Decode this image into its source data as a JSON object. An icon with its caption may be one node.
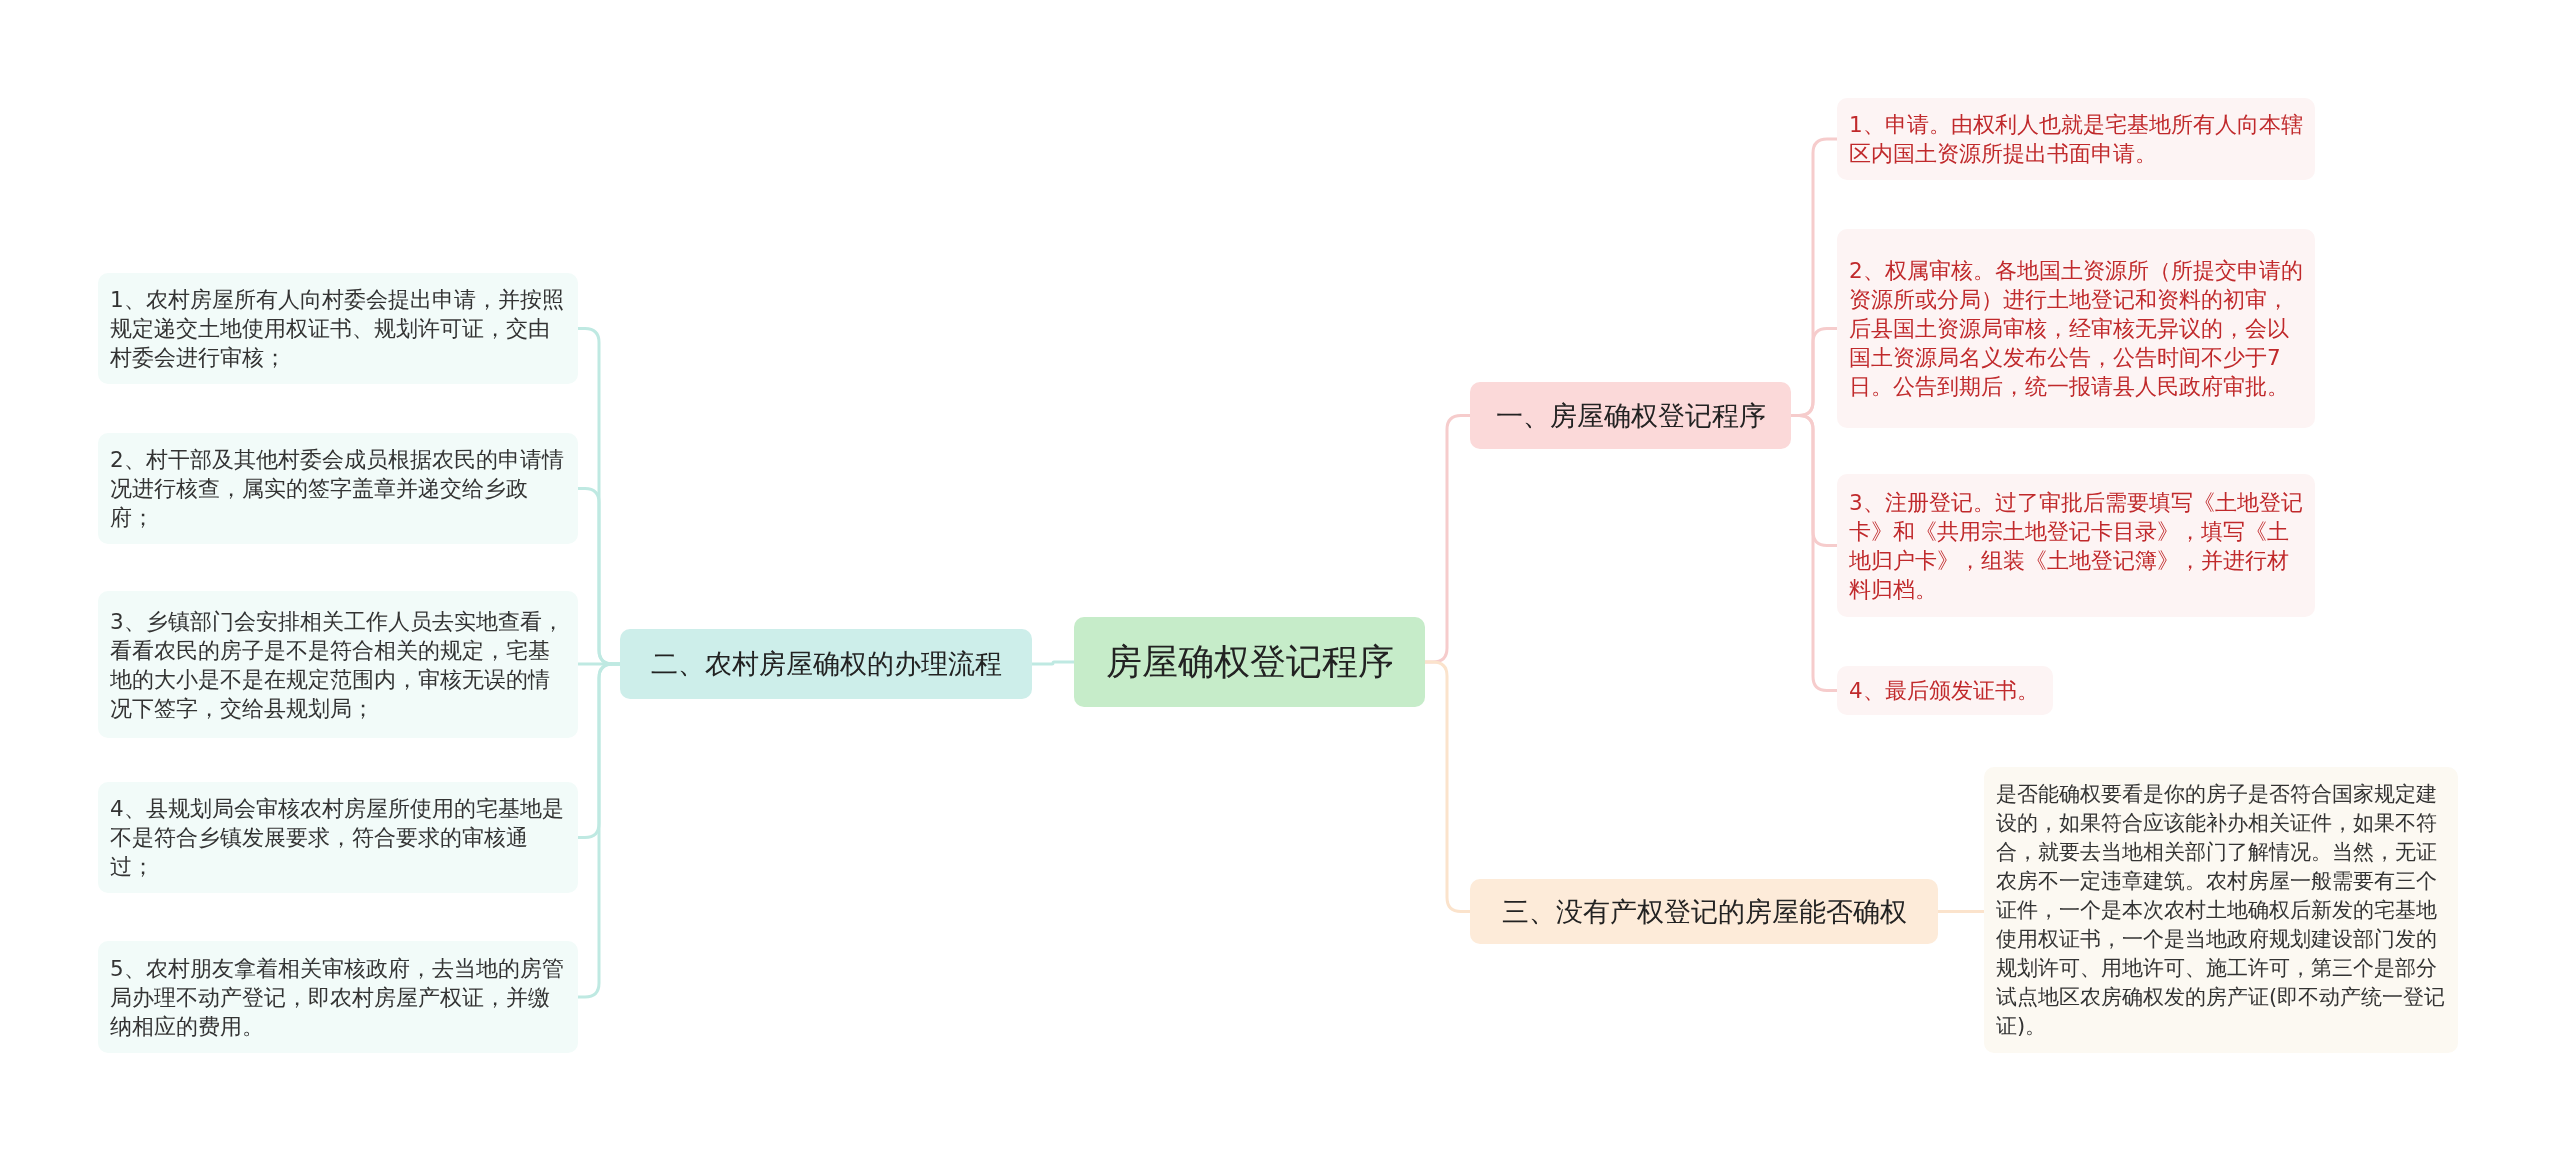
{
  "diagram": {
    "nodes": [
      {
        "text": [
          "房屋确权登记程序"
        ]
      },
      {
        "text": [
          "一、房屋确权登记程序"
        ]
      },
      {
        "text": [
          "1、申请。由权利人也就是宅基地所有人向本辖区内国土资源所提出书面申请。"
        ]
      },
      {
        "text": [
          "2、权属审核。各地国土资源所（所提交申请的资源所或分局）进行土地登记和资料的初审，后县国土资源局审核，经审核无异议的，会以国土资源局名义发布公告，公告时间不少于7日。公告到期后，统一报请县人民政府审批。"
        ]
      },
      {
        "text": [
          "3、注册登记。过了审批后需要填写《土地登记卡》和《共用宗土地登记卡目录》，填写《土地归户卡》，组装《土地登记簿》，并进行材料归档。"
        ]
      },
      {
        "text": [
          "4、最后颁发证书。"
        ]
      },
      {
        "text": [
          "二、农村房屋确权的办理流程"
        ]
      },
      {
        "text": [
          "1、农村房屋所有人向村委会提出申请，并按照规定递交土地使用权证书、规划许可证，交由村委会进行审核；"
        ]
      },
      {
        "text": [
          "2、村干部及其他村委会成员根据农民的申请情况进行核查，属实的签字盖章并递交给乡政府；"
        ]
      },
      {
        "text": [
          "3、乡镇部门会安排相关工作人员去实地查看，看看农民的房子是不是符合相关的规定，宅基地的大小是不是在规定范围内，审核无误的情况下签字，交给县规划局；"
        ]
      },
      {
        "text": [
          "4、县规划局会审核农村房屋所使用的宅基地是不是符合乡镇发展要求，符合要求的审核通过；"
        ]
      },
      {
        "text": [
          "5、农村朋友拿着相关审核政府，去当地的房管局办理不动产登记，即农村房屋产权证，并缴纳相应的费用。"
        ]
      },
      {
        "text": [
          "三、没有产权登记的房屋能否确权"
        ]
      },
      {
        "text": [
          "是否能确权要看是你的房子是否符合国家规定建设的，如果符合应该能补办相关证件，如果不符合，就要去当地相关部门了解情况。当然，无证农房不一定违章建筑。农村房屋一般需要有三个证件，一个是本次农村土地确权后新发的宅基地使用权证书，一个是当地政府规划建设部门发的规划许可、用地许可、施工许可，第三个是部分试点地区农房确权发的房产证(即不动产统一登记证)。"
        ]
      }
    ],
    "edges": [
      {
        "from": 0,
        "to": 1,
        "arrow": "none",
        "color": "#f6cccc"
      },
      {
        "from": 1,
        "to": 2,
        "arrow": "none",
        "color": "#f6cccc"
      },
      {
        "from": 1,
        "to": 3,
        "arrow": "none",
        "color": "#f6cccc"
      },
      {
        "from": 1,
        "to": 4,
        "arrow": "none",
        "color": "#f6cccc"
      },
      {
        "from": 1,
        "to": 5,
        "arrow": "none",
        "color": "#f6cccc"
      },
      {
        "from": 0,
        "to": 6,
        "arrow": "none"
      },
      {
        "from": 6,
        "to": 7,
        "arrow": "none"
      },
      {
        "from": 6,
        "to": 8,
        "arrow": "none"
      },
      {
        "from": 6,
        "to": 9,
        "arrow": "none"
      },
      {
        "from": 6,
        "to": 10,
        "arrow": "none"
      },
      {
        "from": 6,
        "to": 11,
        "arrow": "none"
      },
      {
        "from": 0,
        "to": 12,
        "arrow": "none",
        "color": "#fbe3cc"
      },
      {
        "from": 12,
        "to": 13,
        "arrow": "none",
        "color": "#fbe3cc"
      }
    ]
  }
}
